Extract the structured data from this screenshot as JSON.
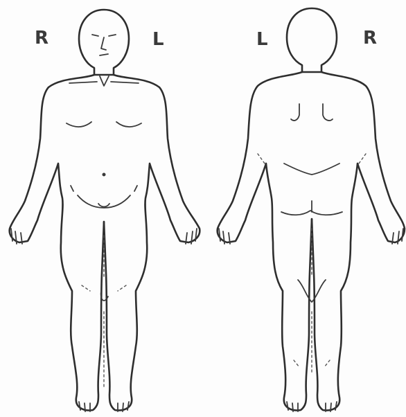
{
  "labels": {
    "front_right": "R",
    "front_left": "L",
    "back_left": "L",
    "back_right": "R"
  },
  "colors": {
    "background": "#fdfdfd",
    "line": "#2e2e2e",
    "label": "#3a3a3a"
  }
}
